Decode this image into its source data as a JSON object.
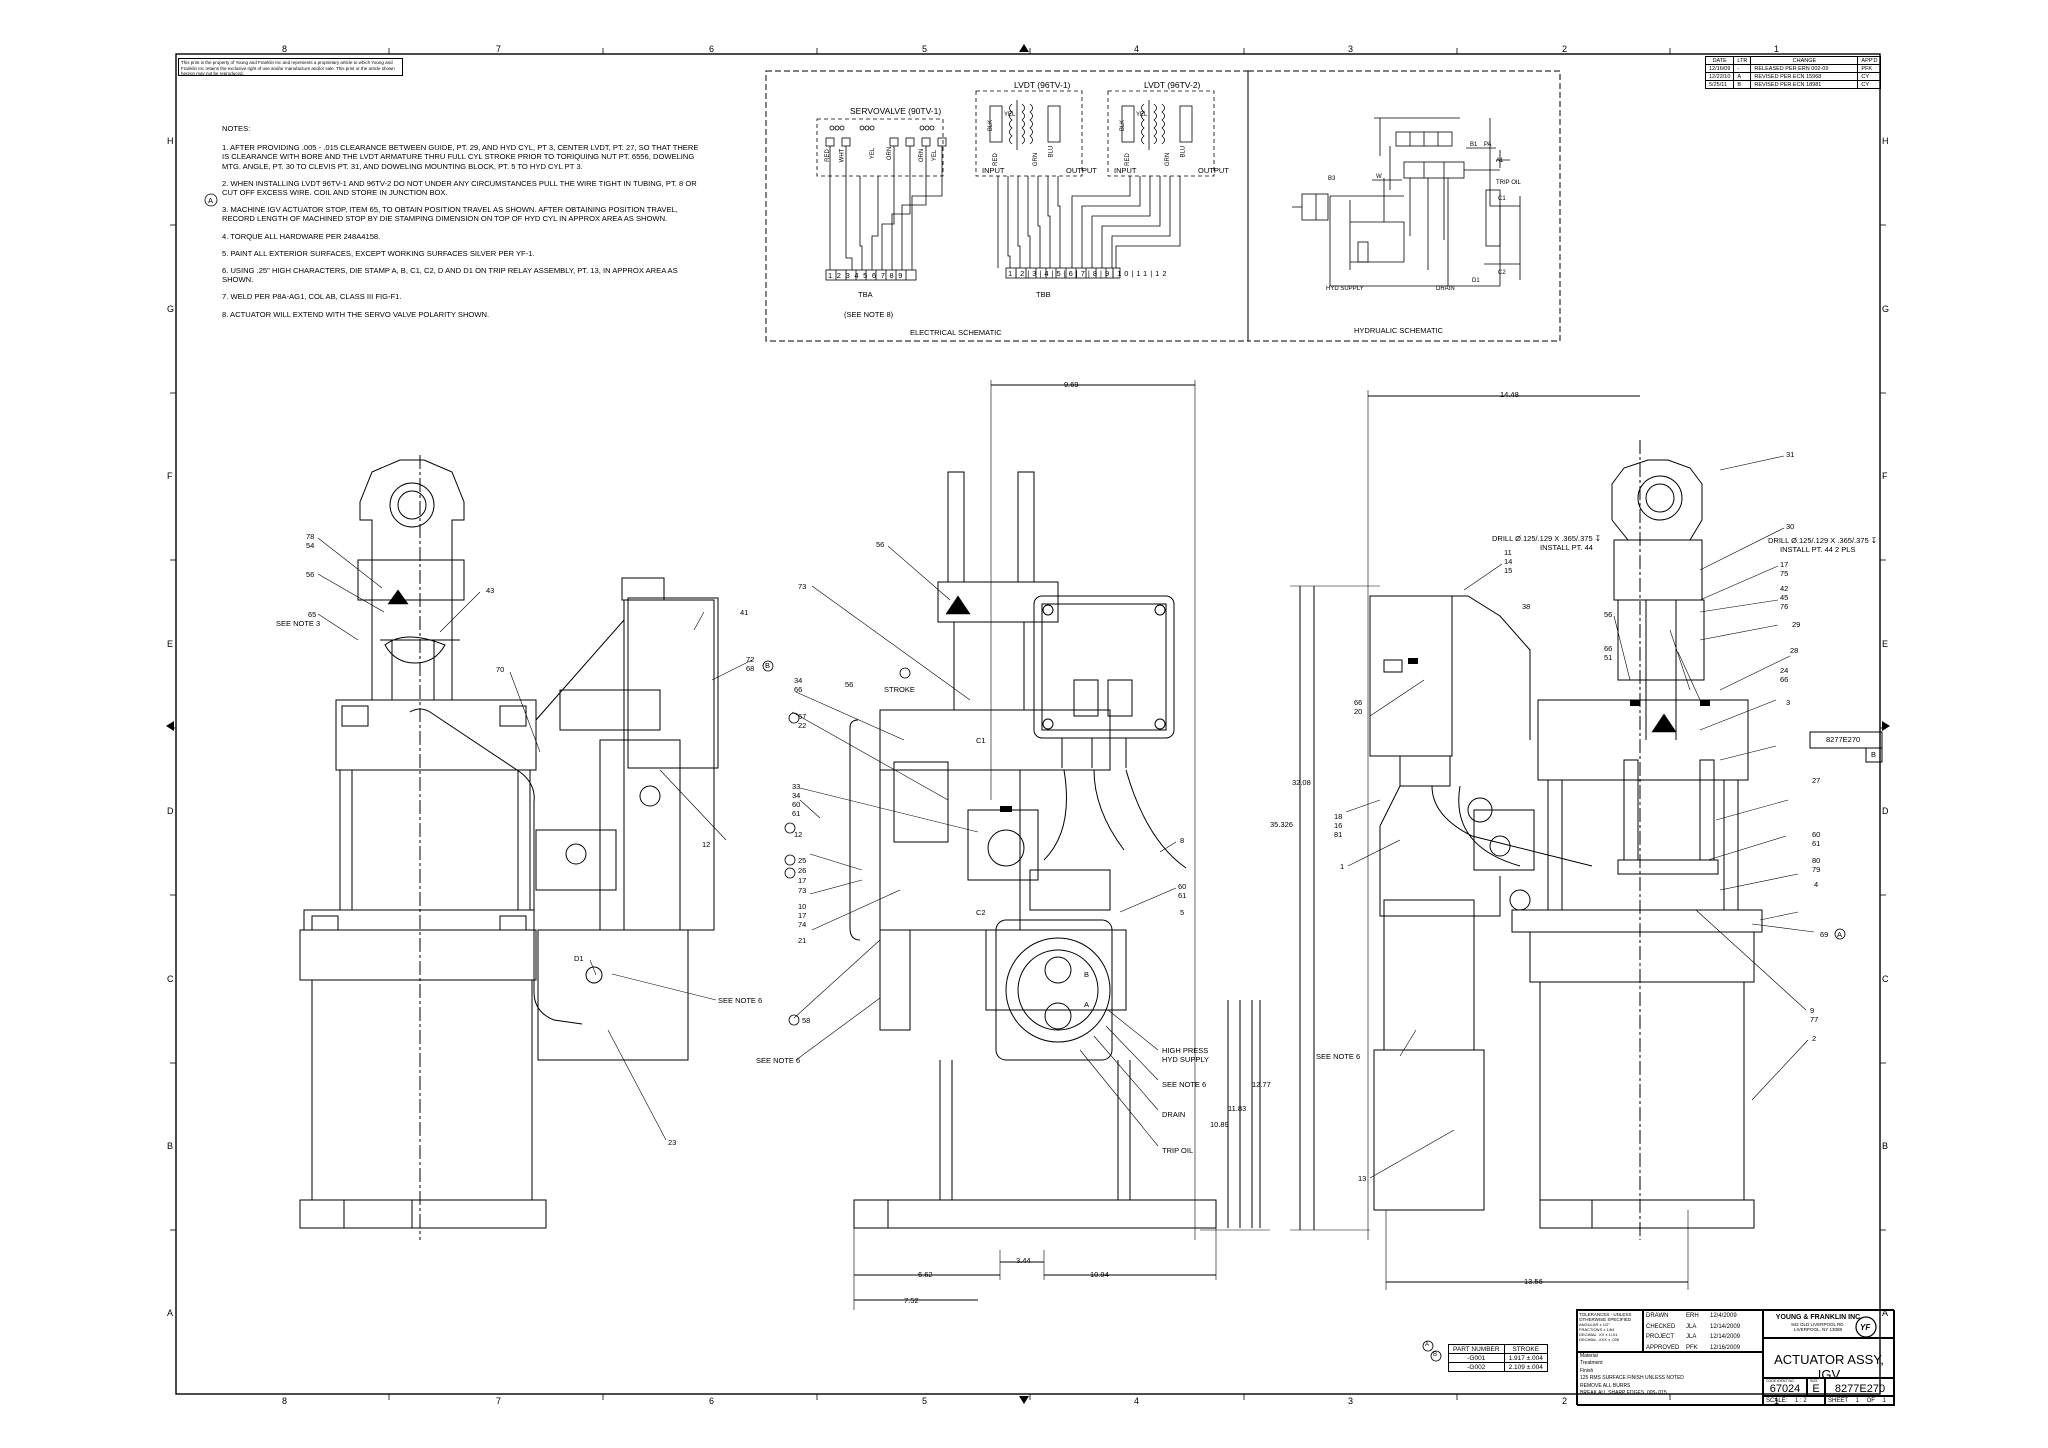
{
  "zones": {
    "columns": [
      "8",
      "7",
      "6",
      "5",
      "4",
      "3",
      "2",
      "1"
    ],
    "rows": [
      "H",
      "G",
      "F",
      "E",
      "D",
      "C",
      "B",
      "A"
    ]
  },
  "proprietary_notice": "This print is the property of Young and Franklin Inc and represents a proprietary article to which Young and Franklin Inc retains the exclusive right of use and/or manufacture and/or sale. This print or the article shown hereon may not be reproduced.",
  "notes": {
    "heading": "NOTES:",
    "n1": "1.  AFTER PROVIDING .005 - .015 CLEARANCE BETWEEN GUIDE, PT. 29,  AND HYD CYL, PT 3, CENTER LVDT, PT. 27, SO THAT THERE IS CLEARANCE WITH BORE AND THE LVDT ARMATURE THRU FULL CYL STROKE PRIOR TO TORIQUING NUT PT. 6556, DOWELING MTG. ANGLE, PT. 30 TO CLEVIS PT. 31, AND DOWELING MOUNTING BLOCK, PT. 5 TO HYD CYL PT 3.",
    "n2": "2.  WHEN INSTALLING LVDT 96TV-1 AND 96TV-2 DO NOT UNDER ANY CIRCUMSTANCES PULL THE WIRE TIGHT IN TUBING, PT. 8 OR  CUT OFF EXCESS WIRE. COIL AND STORE IN JUNCTION BOX.",
    "n3_marker": "A",
    "n3": "3.  MACHINE IGV ACTUATOR STOP, ITEM 65, TO OBTAIN POSITION TRAVEL AS SHOWN. AFTER OBTAINING POSITION TRAVEL, RECORD LENGTH OF MACHINED STOP BY DIE STAMPING DIMENSION ON TOP OF HYD CYL IN APPROX AREA AS SHOWN.",
    "n4": "4.  TORQUE ALL HARDWARE PER 248A4158.",
    "n5": "5.  PAINT ALL EXTERIOR SURFACES, EXCEPT WORKING SURFACES SILVER PER YF-1.",
    "n6": "6.  USING .25\" HIGH CHARACTERS, DIE STAMP A, B, C1, C2, D AND D1 ON TRIP RELAY ASSEMBLY, PT. 13, IN APPROX AREA AS SHOWN.",
    "n7": "7.  WELD PER P8A-AG1, COL AB, CLASS III FIG-F1.",
    "n8": "8.  ACTUATOR WILL EXTEND WITH THE SERVO VALVE POLARITY SHOWN."
  },
  "electrical": {
    "caption": "ELECTRICAL SCHEMATIC",
    "servovalve_label": "SERVOVALVE (90TV-1)",
    "lvdt1_label": "LVDT (96TV-1)",
    "lvdt2_label": "LVDT (96TV-2)",
    "wire_red": "RED",
    "wire_wht": "WHT",
    "wire_yel": "YEL",
    "wire_orn": "ORN",
    "wire_blk": "BLK",
    "wire_blu": "BLU",
    "wire_grn": "GRN",
    "input_label": "INPUT",
    "output_label": "OUTPUT",
    "tba_label": "TBA",
    "tbb_label": "TBB",
    "see_note": "(SEE NOTE 8)",
    "tba_terminals": [
      "1",
      "2",
      "3",
      "4",
      "5",
      "6",
      "7",
      "8",
      "9"
    ],
    "tbb_terminals": [
      "1",
      "2",
      "3",
      "4",
      "5",
      "6",
      "7",
      "8",
      "9",
      "10",
      "11",
      "12"
    ]
  },
  "hydraulic": {
    "caption": "HYDRUALIC SCHEMATIC",
    "hyd_supply": "HYD SUPPLY",
    "drain": "DRAIN",
    "trip_oil": "TRIP OIL",
    "ports": [
      "A1",
      "B1",
      "W",
      "C1",
      "C2",
      "D1",
      "B3",
      "PA"
    ]
  },
  "revisions": {
    "headers": [
      "DATE",
      "LTR",
      "CHANGE",
      "APP'D"
    ],
    "rows": [
      {
        "date": "12/16/09",
        "ltr": "-",
        "change": "RELEASED PER ERN 002-09",
        "appd": "PFK"
      },
      {
        "date": "12/22/10",
        "ltr": "A",
        "change": "REVISED PER ECN 15968",
        "appd": "CY"
      },
      {
        "date": "5/25/11",
        "ltr": "B",
        "change": "REVISED PER ECN 18981",
        "appd": "CY"
      }
    ]
  },
  "view_left": {
    "callouts": [
      "78",
      "54",
      "56",
      "65",
      "SEE NOTE 3",
      "43",
      "41",
      "72",
      "68",
      "70",
      "12",
      "D1",
      "SEE NOTE 6",
      "23"
    ],
    "callout_68_marker": "B"
  },
  "view_center": {
    "dim_top": "9.69",
    "callouts": [
      "56",
      "73",
      "34",
      "66",
      "56",
      "67",
      "22",
      "33",
      "34",
      "60",
      "61",
      "12",
      "25",
      "26",
      "17",
      "73",
      "10",
      "17",
      "74",
      "21",
      "58",
      "SEE NOTE 6",
      "8",
      "60",
      "61",
      "5",
      "C1",
      "C2"
    ],
    "stroke": "STROKE",
    "port_b": "B",
    "port_a": "A",
    "high_press": "HIGH PRESS",
    "hyd_supply": "HYD SUPPLY",
    "see_note_6": "SEE NOTE 6",
    "drain": "DRAIN",
    "trip_oil": "TRIP OIL",
    "dim_662": "6.62",
    "dim_752": "7.52",
    "dim_344": "3.44",
    "dim_1094": "10.94",
    "dim_1277": "12.77",
    "dim_1183": "11.83",
    "dim_1089": "10.89"
  },
  "view_right": {
    "dim_top": "14.48",
    "dim_bottom": "13.56",
    "dim_3208": "32.08",
    "dim_35326": "35.326",
    "drill_1": "DRILL Ø.125/.129 X .365/.375 ↧",
    "drill_1b": "INSTALL PT. 44",
    "drill_2": "DRILL Ø.125/.129 X .365/.375 ↧",
    "drill_2b": "INSTALL PT. 44   2 PLS",
    "callouts": [
      "31",
      "30",
      "11",
      "14",
      "15",
      "17",
      "75",
      "42",
      "45",
      "76",
      "29",
      "38",
      "56",
      "28",
      "66",
      "51",
      "24",
      "66",
      "66",
      "20",
      "3",
      "27",
      "18",
      "16",
      "81",
      "1",
      "60",
      "61",
      "80",
      "79",
      "4",
      "69",
      "9",
      "77",
      "2",
      "SEE NOTE 6",
      "13"
    ],
    "callout_69_marker": "A",
    "part_box": "8277E270",
    "part_box_marker": "B"
  },
  "part_number_table": {
    "headers": [
      "PART NUMBER",
      "STROKE"
    ],
    "rows": [
      {
        "pn": "-G001",
        "stroke": "1.917 ±.004"
      },
      {
        "pn": "-G002",
        "stroke": "2.109 ±.004"
      }
    ],
    "markers": [
      "A",
      "B"
    ]
  },
  "title_block": {
    "tolerances": "TOLERANCES - UNLESS OTHERWISE SPECIFIED",
    "tol_lines": [
      "ANGULAR   ± 1/2°",
      "FRACTIONS   ± 1/64",
      "DECIMAL .XX   ± 1/.01",
      "DECIMAL .XXX   ± .005"
    ],
    "material": "Material",
    "treatment": "Treatment",
    "finish": "Finish",
    "surface_finish": "125 RMS SURFACE FINISH UNLESS NOTED",
    "remove_burrs": "REMOVE ALL BURRS",
    "break_edges": "BREAK ALL SHARP EDGES .005-.015",
    "drawn": "DRAWN",
    "drawn_by": "ERH",
    "drawn_date": "12/4/2009",
    "checked": "CHECKED",
    "checked_by": "JLA",
    "checked_date": "12/14/2009",
    "project": "PROJECT",
    "project_by": "JLA",
    "project_date": "12/14/2009",
    "approved": "APPROVED",
    "approved_by": "PFK",
    "approved_date": "12/16/2009",
    "company": "YOUNG & FRANKLIN INC",
    "address1": "942 OLD LIVERPOOL RD.",
    "address2": "LIVERPOOL, NY 13088",
    "logo": "YF",
    "title": "ACTUATOR ASSY, IGV",
    "code_ident_label": "CODE IDENT NO.",
    "code_ident": "67024",
    "size_label": "SIZE",
    "size": "E",
    "drawing_number": "8277E270",
    "scale_label": "SCALE:",
    "scale": "1 : 2",
    "sheet_label": "SHEET",
    "sheet": "1",
    "of_label": "OF",
    "of": "1"
  },
  "colors": {
    "ink": "#000000",
    "paper": "#ffffff"
  }
}
